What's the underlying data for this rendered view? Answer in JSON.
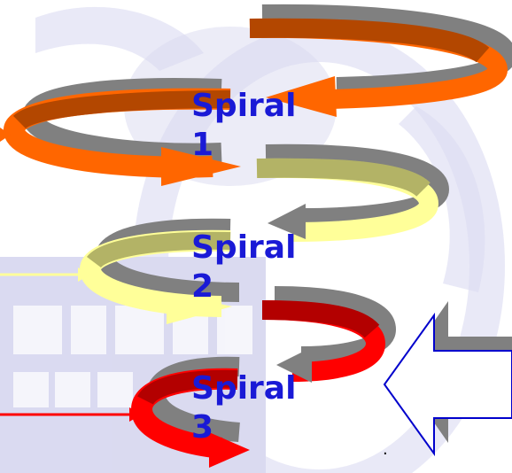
{
  "spirals": [
    {
      "word": "Spiral",
      "number": "1",
      "color": "#ff6600",
      "shade": "#b34700"
    },
    {
      "word": "Spiral",
      "number": "2",
      "color": "#ffff99",
      "shade": "#b3b366"
    },
    {
      "word": "Spiral",
      "number": "3",
      "color": "#ff0000",
      "shade": "#b30000"
    }
  ],
  "colors": {
    "label_text": "#1a1ad6",
    "watermark": "#d4d4ee",
    "arrow_outline": "#0000cc",
    "arrow_shadow": "#808080"
  },
  "footer_mark": "."
}
